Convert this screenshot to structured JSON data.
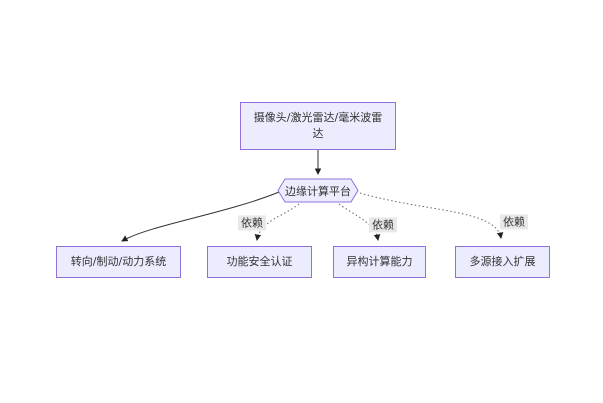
{
  "diagram": {
    "type": "flowchart",
    "nodes": [
      {
        "id": "sensors",
        "shape": "rect",
        "label": "摄像头/激光雷达/毫米波雷达"
      },
      {
        "id": "platform",
        "shape": "hexagon",
        "label": "边缘计算平台"
      },
      {
        "id": "actuation",
        "shape": "rect",
        "label": "转向/制动/动力系统"
      },
      {
        "id": "safety",
        "shape": "rect",
        "label": "功能安全认证"
      },
      {
        "id": "compute",
        "shape": "rect",
        "label": "异构计算能力"
      },
      {
        "id": "multisource",
        "shape": "rect",
        "label": "多源接入扩展"
      }
    ],
    "edges": [
      {
        "from": "sensors",
        "to": "platform",
        "style": "solid",
        "label": ""
      },
      {
        "from": "platform",
        "to": "actuation",
        "style": "solid",
        "label": ""
      },
      {
        "from": "platform",
        "to": "safety",
        "style": "dotted",
        "label": "依赖"
      },
      {
        "from": "platform",
        "to": "compute",
        "style": "dotted",
        "label": "依赖"
      },
      {
        "from": "platform",
        "to": "multisource",
        "style": "dotted",
        "label": "依赖"
      }
    ],
    "colors": {
      "node_fill": "#ECECFF",
      "node_border": "#9370DB",
      "edge_solid": "#333333",
      "edge_dotted": "#666666",
      "arrowhead": "#222222",
      "edge_label_bg": "#e8e8e8",
      "text": "#333333",
      "background": "#ffffff"
    }
  }
}
